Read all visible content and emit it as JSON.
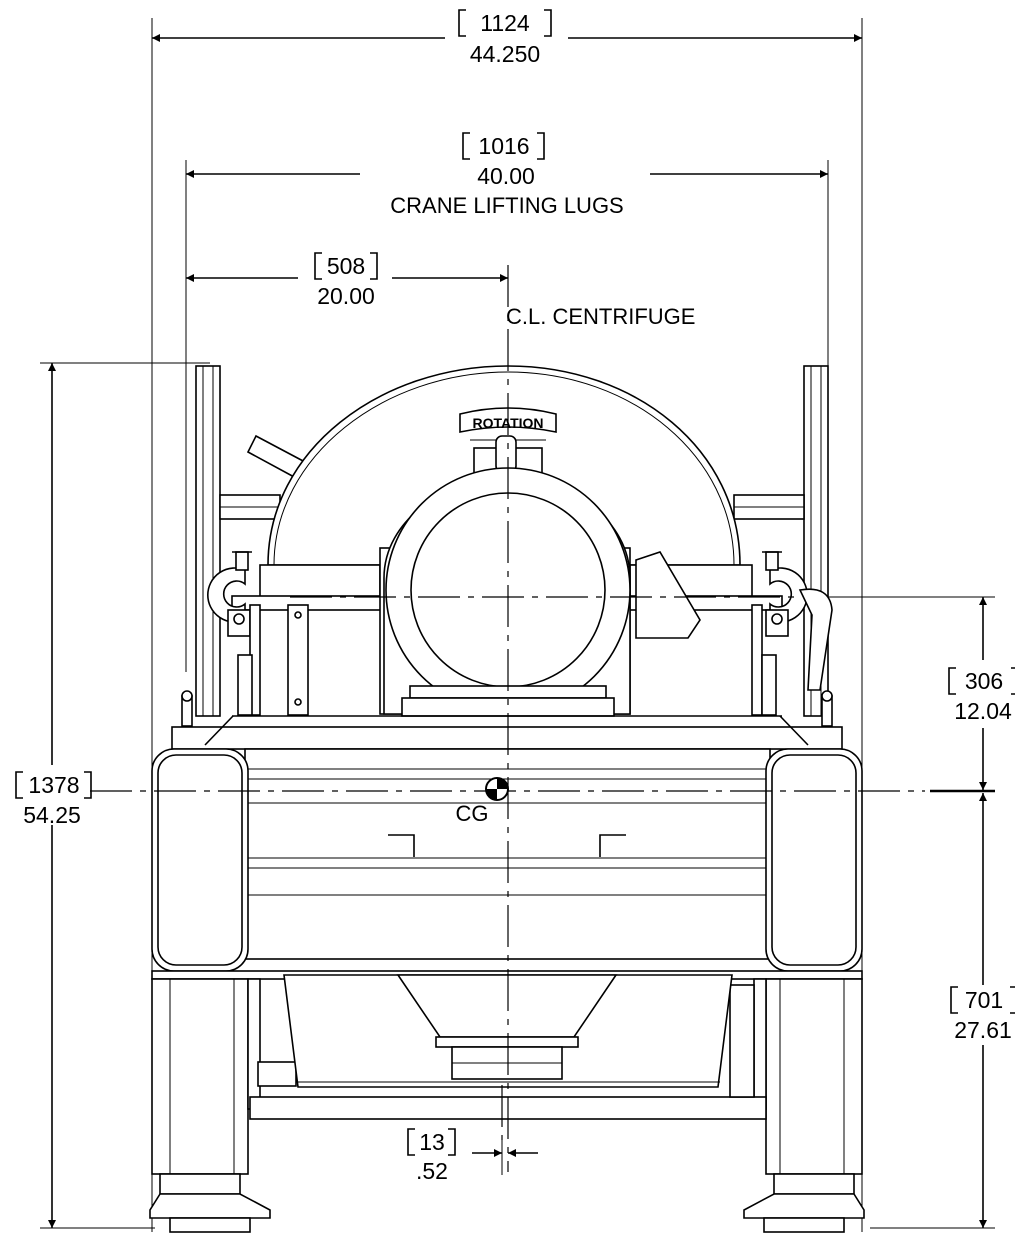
{
  "dimensions": {
    "overall_width": {
      "metric": "1124",
      "imperial": "44.250"
    },
    "lug_spacing": {
      "metric": "1016",
      "imperial": "40.00",
      "label": "CRANE LIFTING LUGS"
    },
    "half_lug": {
      "metric": "508",
      "imperial": "20.00"
    },
    "overall_height": {
      "metric": "1378",
      "imperial": "54.25"
    },
    "upper_height": {
      "metric": "306",
      "imperial": "12.04"
    },
    "lower_height": {
      "metric": "701",
      "imperial": "27.61"
    },
    "cg_offset": {
      "metric": "13",
      "imperial": ".52"
    }
  },
  "labels": {
    "centerline": "C.L. CENTRIFUGE",
    "cg": "CG",
    "rotation": "ROTATION"
  }
}
